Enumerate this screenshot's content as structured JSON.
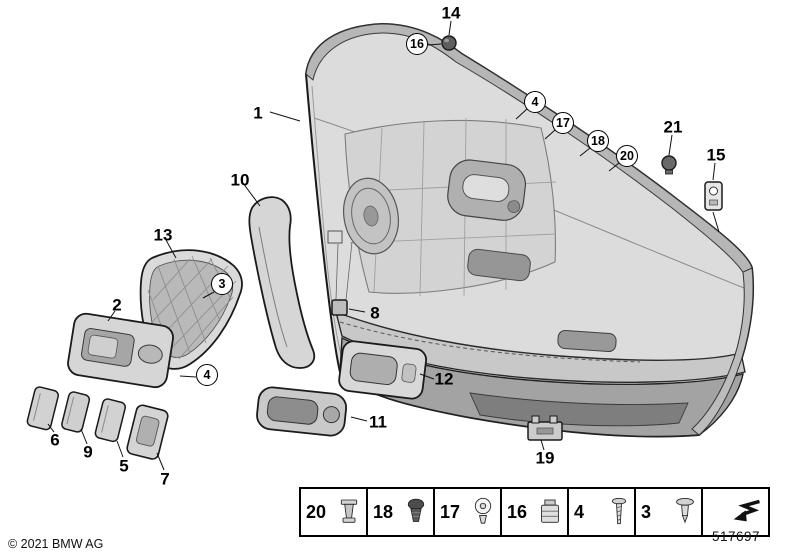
{
  "page": {
    "copyright": "© 2021 BMW AG",
    "diagram_number": "517697"
  },
  "callouts": {
    "n1": "1",
    "n2": "2",
    "n5": "5",
    "n6": "6",
    "n7": "7",
    "n8": "8",
    "n9": "9",
    "n10": "10",
    "n11": "11",
    "n12": "12",
    "n13": "13",
    "n14": "14",
    "n15": "15",
    "n19": "19",
    "n21": "21",
    "c3": "3",
    "c4a": "4",
    "c4b": "4",
    "c16": "16",
    "c17": "17",
    "c18": "18",
    "c20": "20"
  },
  "legend": {
    "items": [
      {
        "number": "20",
        "icon": "expansion-nut-icon"
      },
      {
        "number": "18",
        "icon": "grommet-icon"
      },
      {
        "number": "17",
        "icon": "expanding-rivet-icon"
      },
      {
        "number": "16",
        "icon": "spring-clip-icon"
      },
      {
        "number": "4",
        "icon": "screw-icon"
      },
      {
        "number": "3",
        "icon": "blind-rivet-icon"
      },
      {
        "number": "",
        "icon": "fold-arrow-icon"
      }
    ]
  }
}
